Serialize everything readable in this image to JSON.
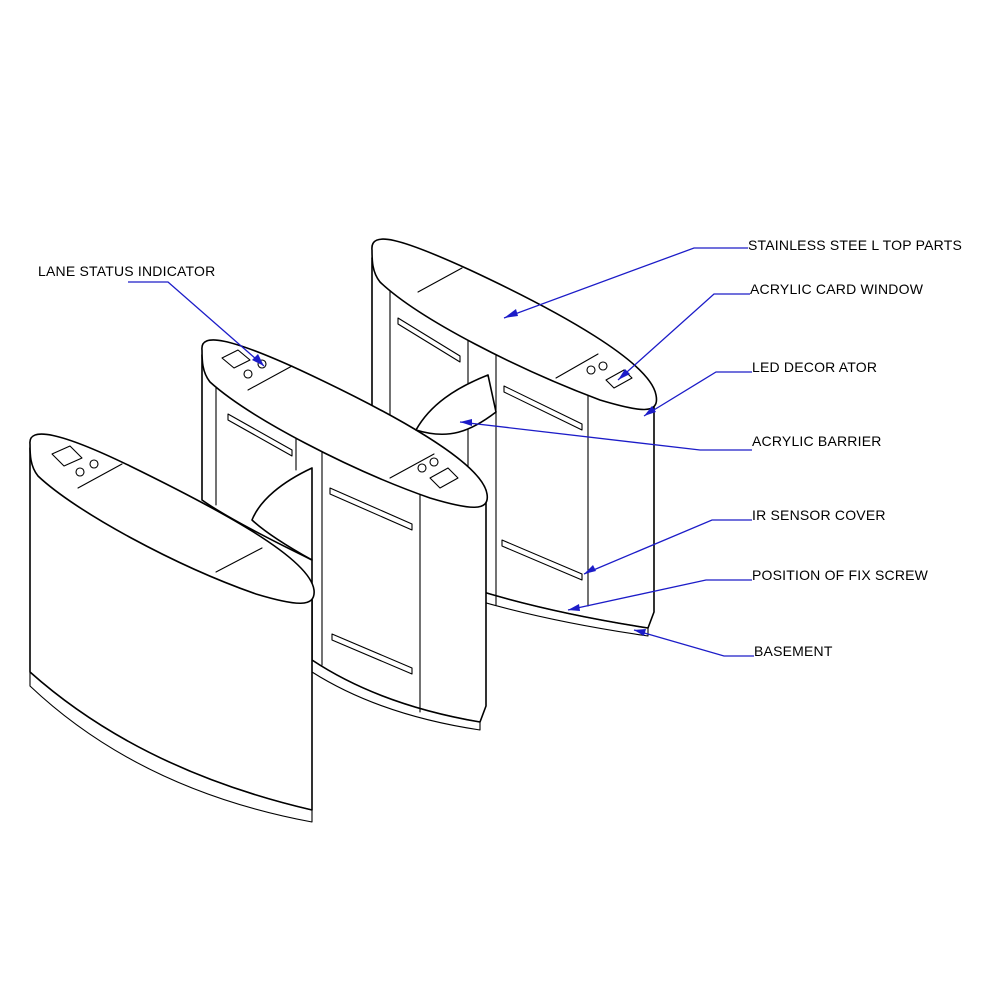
{
  "callouts": [
    {
      "key": "top_parts",
      "label": "STAINLESS STEE L TOP PARTS"
    },
    {
      "key": "lane_status",
      "label": "LANE STATUS INDICATOR"
    },
    {
      "key": "card_window",
      "label": "ACRYLIC CARD WINDOW"
    },
    {
      "key": "led",
      "label": "LED DECOR ATOR"
    },
    {
      "key": "barrier",
      "label": "ACRYLIC BARRIER"
    },
    {
      "key": "ir_sensor",
      "label": "IR SENSOR COVER"
    },
    {
      "key": "fix_screw",
      "label": "POSITION OF FIX SCREW"
    },
    {
      "key": "basement",
      "label": "BASEMENT"
    }
  ],
  "colors": {
    "leader": "#1c1cc8",
    "line": "#000000",
    "background": "#ffffff"
  }
}
